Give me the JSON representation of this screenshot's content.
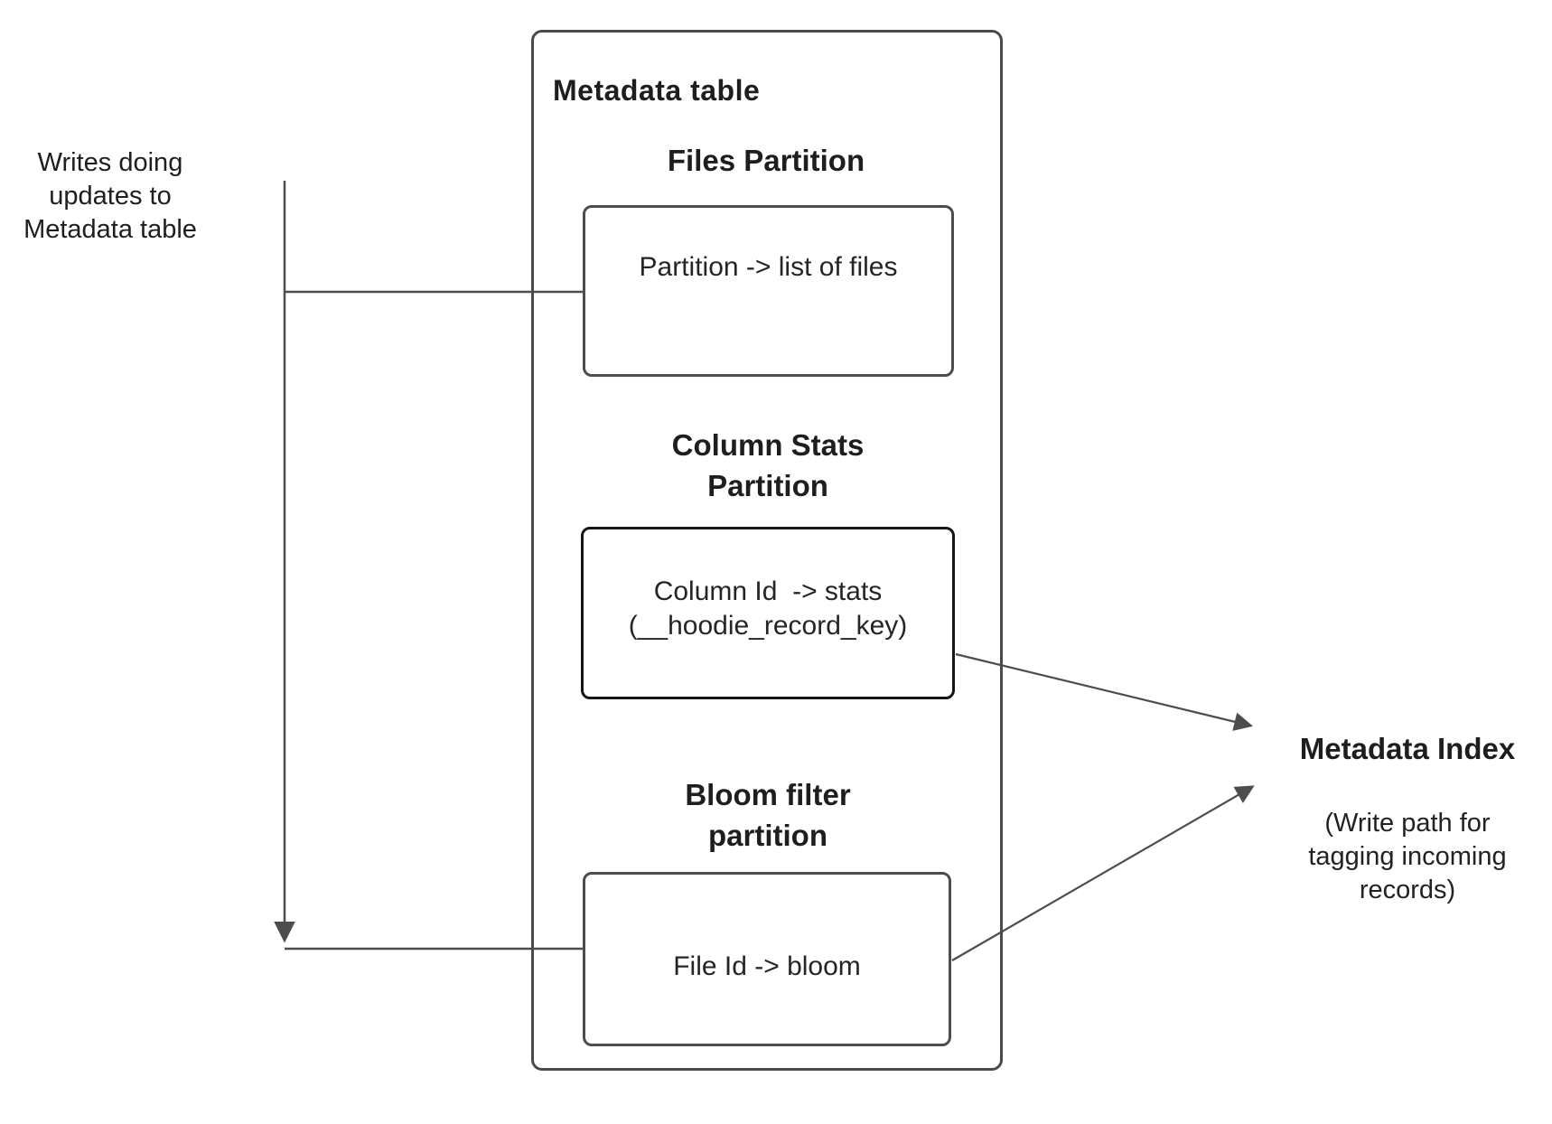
{
  "left_note": "Writes doing\nupdates to\nMetadata table",
  "metadata_table": {
    "title": "Metadata table",
    "files_partition": {
      "title": "Files Partition",
      "mapping": "Partition -> list of files"
    },
    "column_stats_partition": {
      "title": "Column Stats\nPartition",
      "mapping": "Column Id  -> stats\n(__hoodie_record_key)"
    },
    "bloom_filter_partition": {
      "title": "Bloom filter\npartition",
      "mapping": "File Id -> bloom"
    }
  },
  "metadata_index": {
    "title": "Metadata Index",
    "subtitle": "(Write path for\ntagging incoming\nrecords)"
  },
  "colors": {
    "line": "#4d4d4d",
    "text": "#1e1e1e",
    "emphasis_border": "#161616"
  }
}
